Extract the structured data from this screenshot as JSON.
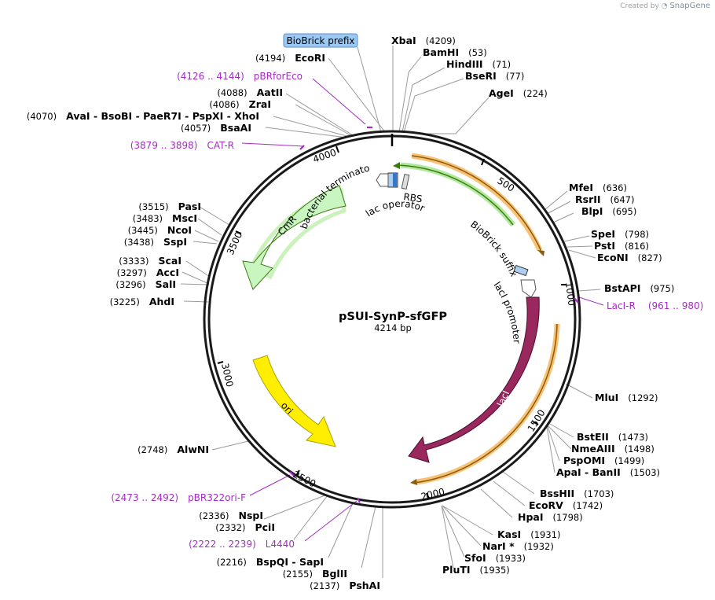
{
  "credit": {
    "created_by": "Created by",
    "brand": "SnapGene"
  },
  "plasmid": {
    "name": "pSUI-SynP-sfGFP",
    "size_label": "4214 bp",
    "length": 4214
  },
  "colors": {
    "backbone": "#1a1a1a",
    "primer": "#a32cc4",
    "leader": "#9a9a9a",
    "orange": "#f4a838",
    "green": "#4a9a1a",
    "cmr": "#c8f5c0",
    "ori": "#ffee00",
    "laci": "#99285f"
  },
  "ticks": [
    "500",
    "1000",
    "1500",
    "2000",
    "2500",
    "3000",
    "3500",
    "4000"
  ],
  "sites": [
    {
      "name": "XbaI",
      "pos": "(4209)"
    },
    {
      "name": "BamHI",
      "pos": "(53)"
    },
    {
      "name": "HindIII",
      "pos": "(71)"
    },
    {
      "name": "BseRI",
      "pos": "(77)"
    },
    {
      "name": "AgeI",
      "pos": "(224)"
    },
    {
      "name": "MfeI",
      "pos": "(636)"
    },
    {
      "name": "RsrII",
      "pos": "(647)"
    },
    {
      "name": "BlpI",
      "pos": "(695)"
    },
    {
      "name": "SpeI",
      "pos": "(798)"
    },
    {
      "name": "PstI",
      "pos": "(816)"
    },
    {
      "name": "EcoNI",
      "pos": "(827)"
    },
    {
      "name": "BstAPI",
      "pos": "(975)"
    },
    {
      "name": "MluI",
      "pos": "(1292)"
    },
    {
      "name": "BstEII",
      "pos": "(1473)"
    },
    {
      "name": "NmeAIII",
      "pos": "(1498)"
    },
    {
      "name": "PspOMI",
      "pos": "(1499)"
    },
    {
      "name": "ApaI  -  BanII",
      "pos": "(1503)"
    },
    {
      "name": "BssHII",
      "pos": "(1703)"
    },
    {
      "name": "EcoRV",
      "pos": "(1742)"
    },
    {
      "name": "HpaI",
      "pos": "(1798)"
    },
    {
      "name": "KasI",
      "pos": "(1931)"
    },
    {
      "name": "NarI *",
      "pos": "(1932)"
    },
    {
      "name": "SfoI",
      "pos": "(1933)"
    },
    {
      "name": "PluTI",
      "pos": "(1935)"
    },
    {
      "name": "PshAI",
      "pos": "(2137)"
    },
    {
      "name": "BglII",
      "pos": "(2155)"
    },
    {
      "name": "BspQI  -  SapI",
      "pos": "(2216)"
    },
    {
      "name": "PciI",
      "pos": "(2332)"
    },
    {
      "name": "NspI",
      "pos": "(2336)"
    },
    {
      "name": "AlwNI",
      "pos": "(2748)"
    },
    {
      "name": "AhdI",
      "pos": "(3225)"
    },
    {
      "name": "SalI",
      "pos": "(3296)"
    },
    {
      "name": "AccI",
      "pos": "(3297)"
    },
    {
      "name": "ScaI",
      "pos": "(3333)"
    },
    {
      "name": "SspI",
      "pos": "(3438)"
    },
    {
      "name": "NcoI",
      "pos": "(3445)"
    },
    {
      "name": "MscI",
      "pos": "(3483)"
    },
    {
      "name": "PasI",
      "pos": "(3515)"
    },
    {
      "name": "BsaAI",
      "pos": "(4057)"
    },
    {
      "name": "AvaI  -  BsoBI  -  PaeR7I  -  PspXI  -  XhoI",
      "pos": "(4070)"
    },
    {
      "name": "ZraI",
      "pos": "(4086)"
    },
    {
      "name": "AatII",
      "pos": "(4088)"
    },
    {
      "name": "EcoRI",
      "pos": "(4194)"
    }
  ],
  "primers": [
    {
      "name": "pBRforEco",
      "range": "(4126 .. 4144)"
    },
    {
      "name": "CAT-R",
      "range": "(3879 .. 3898)"
    },
    {
      "name": "LacI-R",
      "range": "(961 .. 980)"
    },
    {
      "name": "pBR322ori-F",
      "range": "(2473 .. 2492)"
    },
    {
      "name": "L4440",
      "range": "(2222 .. 2239)"
    }
  ],
  "features": {
    "biobrick_prefix": "BioBrick prefix",
    "biobrick_suffix": "BioBrick suffix",
    "rbs": "RBS",
    "lac_operator": "lac operator",
    "bacterial_terminator": "bacterial terminator",
    "laci_promoter": "lacI promoter",
    "cmr": "CmR",
    "ori": "ori",
    "laci": "lacI"
  }
}
